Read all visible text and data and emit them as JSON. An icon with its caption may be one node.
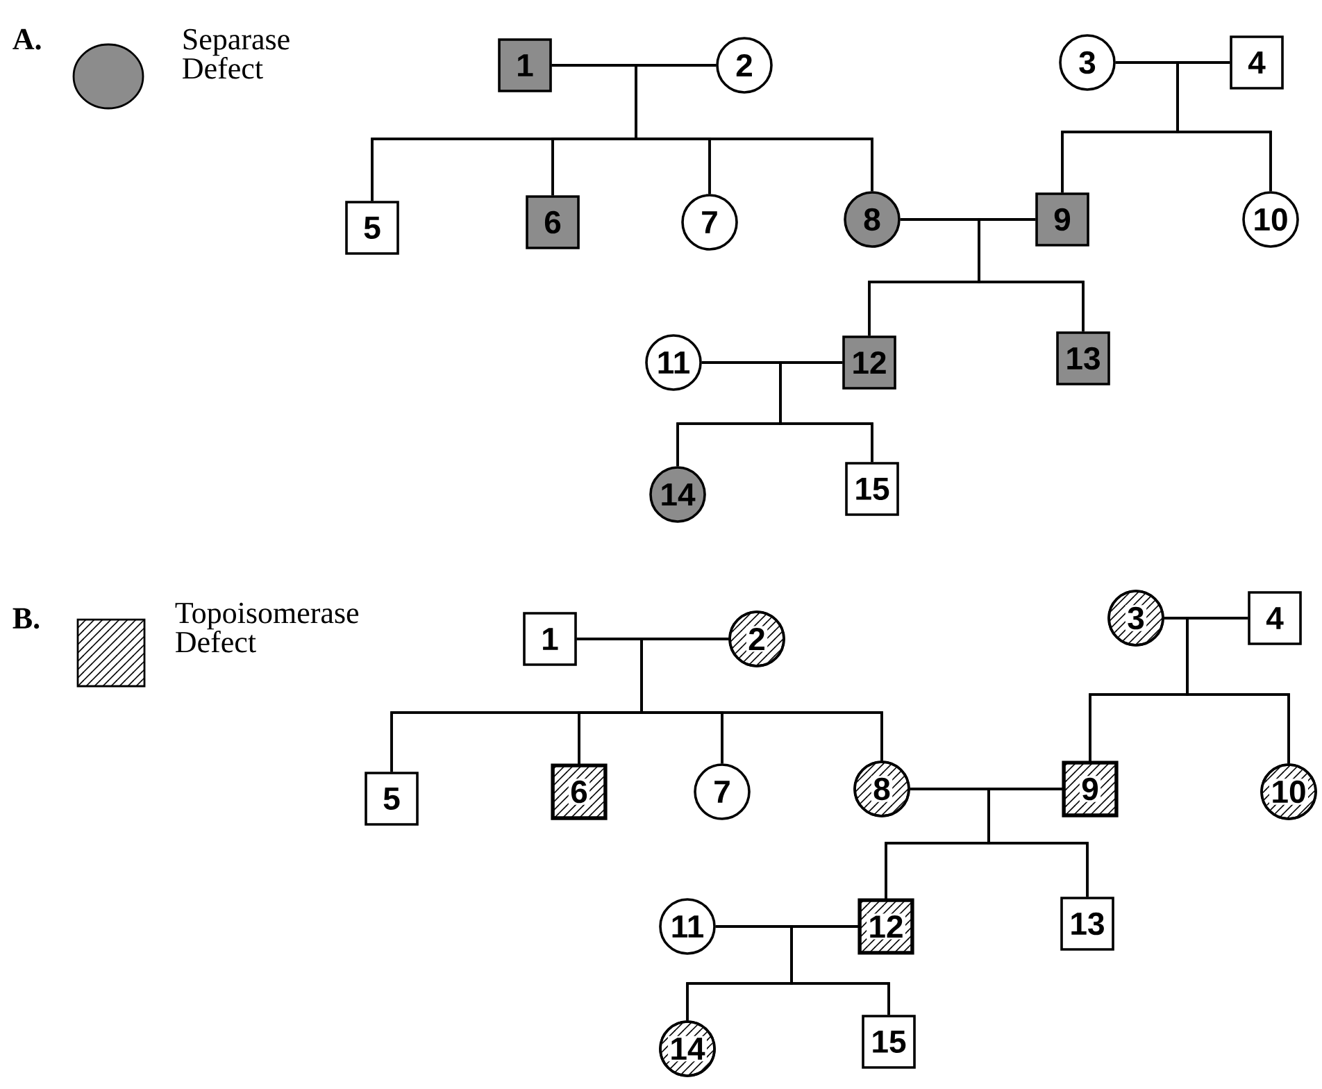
{
  "diagram": {
    "nodes": [
      {
        "text": [
          "1"
        ]
      },
      {
        "text": [
          "2"
        ]
      },
      {
        "text": [
          "3"
        ]
      },
      {
        "text": [
          "4"
        ]
      },
      {
        "text": [
          "5"
        ]
      },
      {
        "text": [
          "6"
        ]
      },
      {
        "text": [
          "7"
        ]
      },
      {
        "text": [
          "8"
        ]
      },
      {
        "text": [
          "9"
        ]
      },
      {
        "text": [
          "10"
        ]
      },
      {
        "text": [
          "11"
        ]
      },
      {
        "text": [
          "12"
        ]
      },
      {
        "text": [
          "13"
        ]
      },
      {
        "text": [
          "14"
        ]
      },
      {
        "text": [
          "15"
        ]
      },
      {
        "text": [
          "1"
        ]
      },
      {
        "text": [
          "2"
        ]
      },
      {
        "text": [
          "3"
        ]
      },
      {
        "text": [
          "4"
        ]
      },
      {
        "text": [
          "5"
        ]
      },
      {
        "text": [
          "6"
        ]
      },
      {
        "text": [
          "7"
        ]
      },
      {
        "text": [
          "8"
        ]
      },
      {
        "text": [
          "9"
        ]
      },
      {
        "text": [
          "10"
        ]
      },
      {
        "text": [
          "11"
        ]
      },
      {
        "text": [
          "12"
        ]
      },
      {
        "text": [
          "13"
        ]
      },
      {
        "text": [
          "14"
        ]
      },
      {
        "text": [
          "15"
        ]
      }
    ],
    "edges": [
      {
        "from": 0,
        "to": 1,
        "arrow": "none"
      },
      {
        "from": 0,
        "to": 4,
        "arrow": "none"
      },
      {
        "from": 1,
        "to": 4,
        "arrow": "none"
      },
      {
        "from": 0,
        "to": 5,
        "arrow": "none"
      },
      {
        "from": 1,
        "to": 5,
        "arrow": "none"
      },
      {
        "from": 0,
        "to": 6,
        "arrow": "none"
      },
      {
        "from": 1,
        "to": 6,
        "arrow": "none"
      },
      {
        "from": 0,
        "to": 7,
        "arrow": "none"
      },
      {
        "from": 1,
        "to": 7,
        "arrow": "none"
      },
      {
        "from": 2,
        "to": 3,
        "arrow": "none"
      },
      {
        "from": 2,
        "to": 8,
        "arrow": "none"
      },
      {
        "from": 3,
        "to": 8,
        "arrow": "none"
      },
      {
        "from": 2,
        "to": 9,
        "arrow": "none"
      },
      {
        "from": 3,
        "to": 9,
        "arrow": "none"
      },
      {
        "from": 7,
        "to": 8,
        "arrow": "none"
      },
      {
        "from": 7,
        "to": 11,
        "arrow": "none"
      },
      {
        "from": 8,
        "to": 11,
        "arrow": "none"
      },
      {
        "from": 7,
        "to": 12,
        "arrow": "none"
      },
      {
        "from": 8,
        "to": 12,
        "arrow": "none"
      },
      {
        "from": 10,
        "to": 11,
        "arrow": "none"
      },
      {
        "from": 10,
        "to": 13,
        "arrow": "none"
      },
      {
        "from": 11,
        "to": 13,
        "arrow": "none"
      },
      {
        "from": 10,
        "to": 14,
        "arrow": "none"
      },
      {
        "from": 11,
        "to": 14,
        "arrow": "none"
      },
      {
        "from": 15,
        "to": 16,
        "arrow": "none"
      },
      {
        "from": 15,
        "to": 19,
        "arrow": "none"
      },
      {
        "from": 16,
        "to": 19,
        "arrow": "none"
      },
      {
        "from": 15,
        "to": 20,
        "arrow": "none"
      },
      {
        "from": 16,
        "to": 20,
        "arrow": "none"
      },
      {
        "from": 15,
        "to": 21,
        "arrow": "none"
      },
      {
        "from": 16,
        "to": 21,
        "arrow": "none"
      },
      {
        "from": 15,
        "to": 22,
        "arrow": "none"
      },
      {
        "from": 16,
        "to": 22,
        "arrow": "none"
      },
      {
        "from": 17,
        "to": 18,
        "arrow": "none"
      },
      {
        "from": 17,
        "to": 23,
        "arrow": "none"
      },
      {
        "from": 18,
        "to": 23,
        "arrow": "none"
      },
      {
        "from": 17,
        "to": 24,
        "arrow": "none"
      },
      {
        "from": 18,
        "to": 24,
        "arrow": "none"
      },
      {
        "from": 22,
        "to": 23,
        "arrow": "none"
      },
      {
        "from": 22,
        "to": 26,
        "arrow": "none"
      },
      {
        "from": 23,
        "to": 26,
        "arrow": "none"
      },
      {
        "from": 22,
        "to": 27,
        "arrow": "none"
      },
      {
        "from": 23,
        "to": 27,
        "arrow": "none"
      },
      {
        "from": 25,
        "to": 26,
        "arrow": "none"
      },
      {
        "from": 25,
        "to": 28,
        "arrow": "none"
      },
      {
        "from": 26,
        "to": 28,
        "arrow": "none"
      },
      {
        "from": 25,
        "to": 29,
        "arrow": "none"
      },
      {
        "from": 26,
        "to": 29,
        "arrow": "none"
      }
    ],
    "labels": [
      "A.",
      "B."
    ],
    "legend": [
      {
        "text": "Separase Defect",
        "color": "#8c8c8c"
      },
      {
        "text": "Topoisomerase Defect"
      }
    ]
  }
}
